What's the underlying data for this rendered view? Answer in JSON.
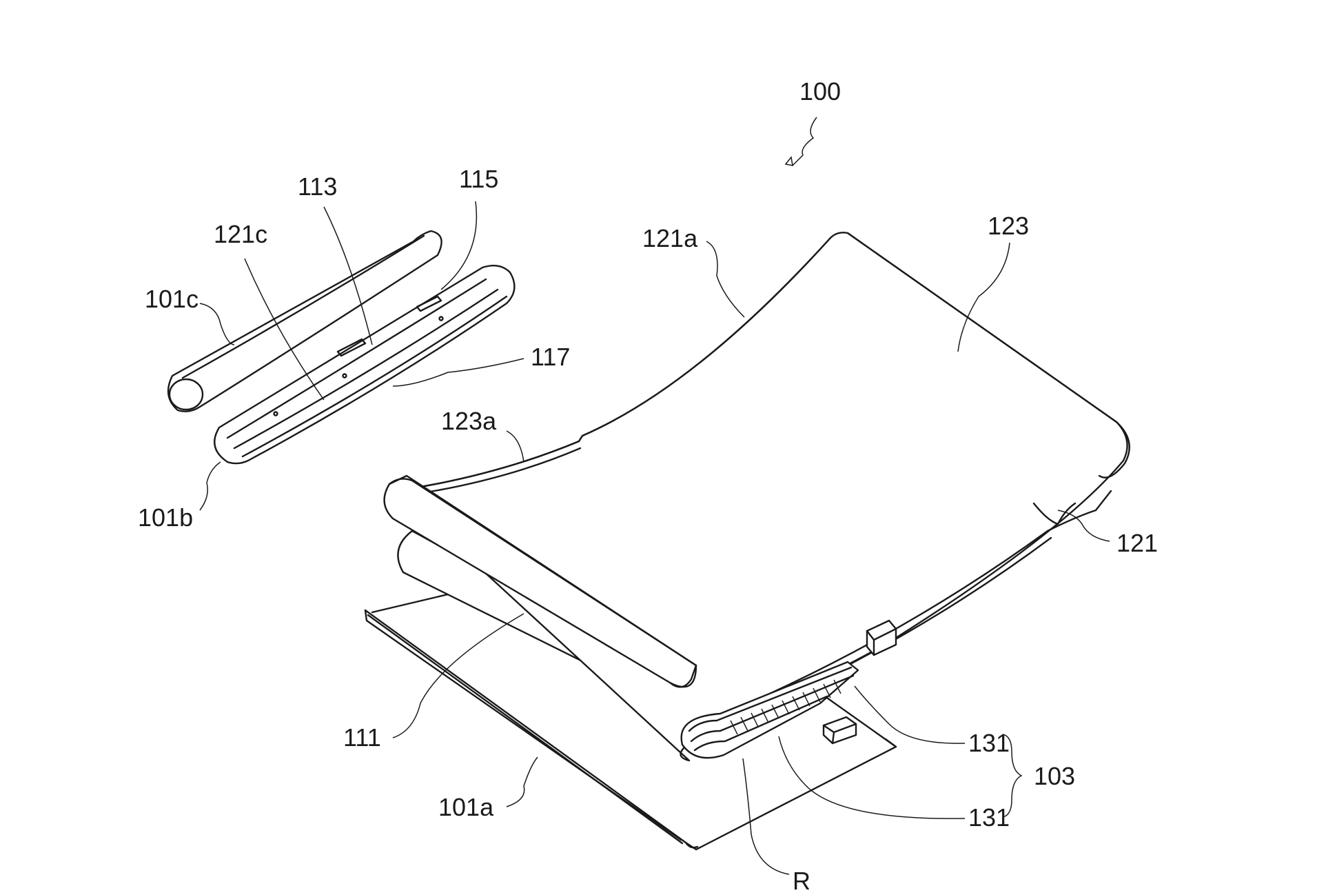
{
  "figure": {
    "labels": {
      "l100": "100",
      "l113": "113",
      "l115": "115",
      "l121c": "121c",
      "l101c": "101c",
      "l117": "117",
      "l123a": "123a",
      "l101b": "101b",
      "l121a": "121a",
      "l123": "123",
      "l121": "121",
      "l111": "111",
      "l101a": "101a",
      "l131_top": "131",
      "l131_bottom": "131",
      "l103": "103",
      "lR": "R"
    }
  }
}
